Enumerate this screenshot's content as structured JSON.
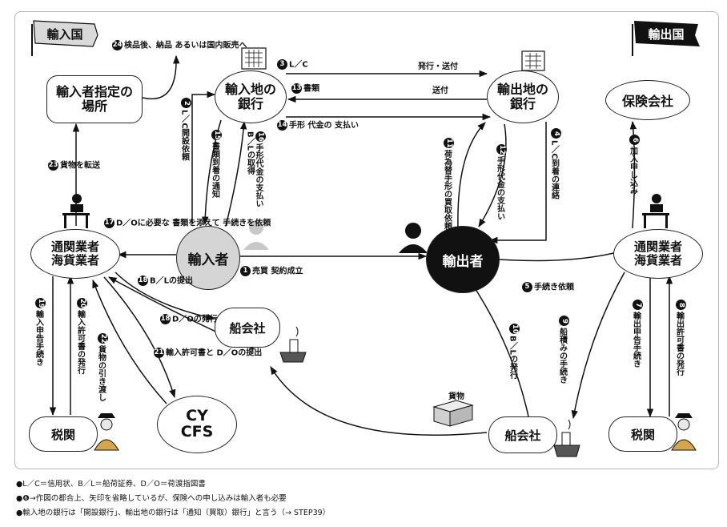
{
  "flags": {
    "import_country": "輸入国",
    "export_country": "輸出国"
  },
  "nodes": {
    "importer": "輸入者",
    "exporter": "輸出者",
    "import_bank": "輸入地の\n銀行",
    "export_bank": "輸出地の\n銀行",
    "designated_place": "輸入者指定の\n場所",
    "insurance": "保険会社",
    "broker_import": "通関業者\n海貨業者",
    "broker_export": "通関業者\n海貨業者",
    "customs_import": "税関",
    "customs_export": "税関",
    "shipping_import": "船会社",
    "shipping_export": "船会社",
    "cy_cfs": "CY\nCFS",
    "cargo": "貨物"
  },
  "steps": {
    "s1": {
      "num": "1",
      "text": "売買\n契約成立"
    },
    "s2": {
      "num": "2",
      "text": "L／C開設依頼"
    },
    "s3": {
      "num": "3",
      "text": "L／C"
    },
    "s3b": {
      "text": "発行・送付"
    },
    "s4": {
      "num": "4",
      "text": "L／C到着の連絡"
    },
    "s5": {
      "num": "5",
      "text": "手続き依頼"
    },
    "s6": {
      "num": "6",
      "text": "加入申し込み"
    },
    "s7": {
      "num": "7",
      "text": "輸出申告手続き"
    },
    "s8": {
      "num": "8",
      "text": "輸出許可書の発行"
    },
    "s9": {
      "num": "9",
      "text": "船積みの手続き"
    },
    "s10": {
      "num": "10",
      "text": "B／Lの発行"
    },
    "s11": {
      "num": "11",
      "text": "荷為替手形の買取依頼"
    },
    "s12": {
      "num": "12",
      "text": "手形代金の支払い"
    },
    "s13": {
      "num": "13",
      "text": "書類"
    },
    "s13b": {
      "text": "送付"
    },
    "s14": {
      "num": "14",
      "text": "手形\n代金の\n支払い"
    },
    "s15": {
      "num": "15",
      "text": "書類到着の通知"
    },
    "s16": {
      "num": "16",
      "text": "手形代金の支払い\nB／Lの取得"
    },
    "s17": {
      "num": "17",
      "text": "D／Oに必要な\n書類を添えて\n手続きを依頼"
    },
    "s18a": {
      "num": "18",
      "text": "B／Lの提出"
    },
    "s18b": {
      "num": "18",
      "text": "D／Oの発行"
    },
    "s19": {
      "num": "19",
      "text": "輸入申告手続き"
    },
    "s20": {
      "num": "20",
      "text": "輸入許可書の発行"
    },
    "s21": {
      "num": "21",
      "text": "輸入許可書と\nD／Oの提出"
    },
    "s22": {
      "num": "22",
      "text": "貨物の引き渡し"
    },
    "s23": {
      "num": "23",
      "text": "貨物を転送"
    },
    "s24": {
      "num": "24",
      "text": "検品後、納品\nあるいは国内販売へ"
    }
  },
  "notes": [
    "●L／C＝信用状、B／L＝船荷証券、D／O＝荷渡指図書",
    "●❻→作図の都合上、矢印を省略しているが、保険への申し込みは輸入者も必要",
    "●輸入地の銀行は「開設銀行」、輸出地の銀行は「通知（買取）銀行」と言う（→ STEP39）"
  ],
  "icons": [
    "flag-icon",
    "bank-building-icon",
    "person-icon",
    "customs-officer-icon",
    "desk-clerk-icon",
    "ship-icon",
    "cargo-box-icon"
  ]
}
